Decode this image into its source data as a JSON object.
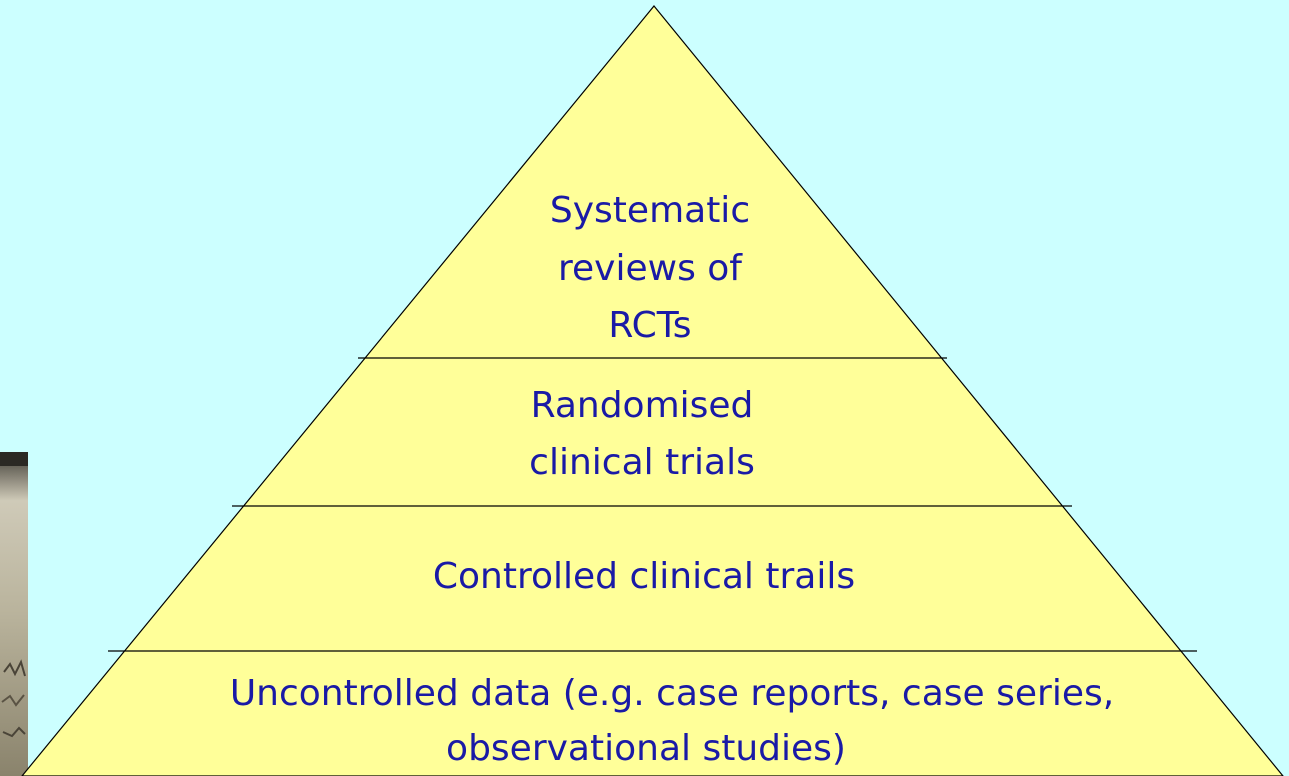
{
  "colors": {
    "background": "#ccffff",
    "pyramid_fill": "#ffff99",
    "pyramid_stroke": "#000000",
    "text": "#1a1aa6"
  },
  "pyramid": {
    "tiers": [
      {
        "lines": [
          "Systematic",
          "reviews of",
          "RCTs"
        ]
      },
      {
        "lines": [
          "Randomised",
          "clinical trials"
        ]
      },
      {
        "lines": [
          "Controlled clinical trails"
        ]
      },
      {
        "lines": [
          "Uncontrolled data (e.g. case reports, case series,",
          "observational studies)"
        ]
      }
    ]
  },
  "partial_photo": {
    "description_icon": "photo-fragment"
  }
}
